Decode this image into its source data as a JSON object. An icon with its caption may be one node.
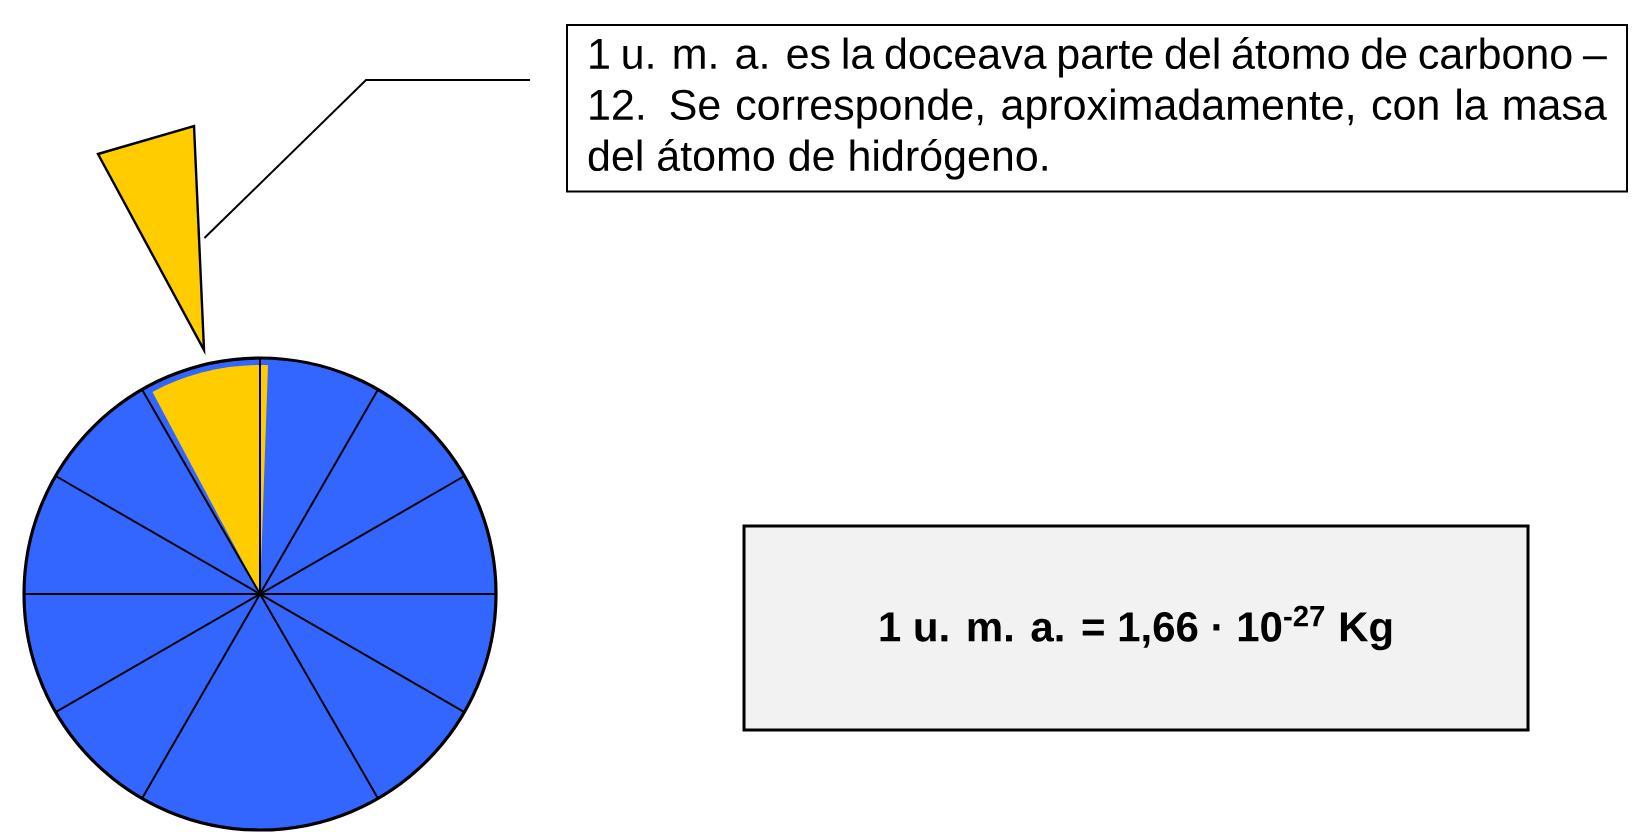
{
  "diagram": {
    "nodes": [
      {
        "text": [
          "1 u. m. a. es la doceava parte del átomo de carbono – 12. Se corresponde, aproximadamente, con la masa del átomo de hidrógeno."
        ]
      },
      {
        "text": [],
        "shape": "triangle"
      },
      {
        "text": [],
        "shape": "circle"
      },
      {
        "text": [
          "1 u. m. a. = 1,66 · 10$^{-27}$ Kg"
        ]
      }
    ],
    "edges": [
      {
        "from": 0,
        "to": 1,
        "arrow": "none"
      }
    ]
  }
}
